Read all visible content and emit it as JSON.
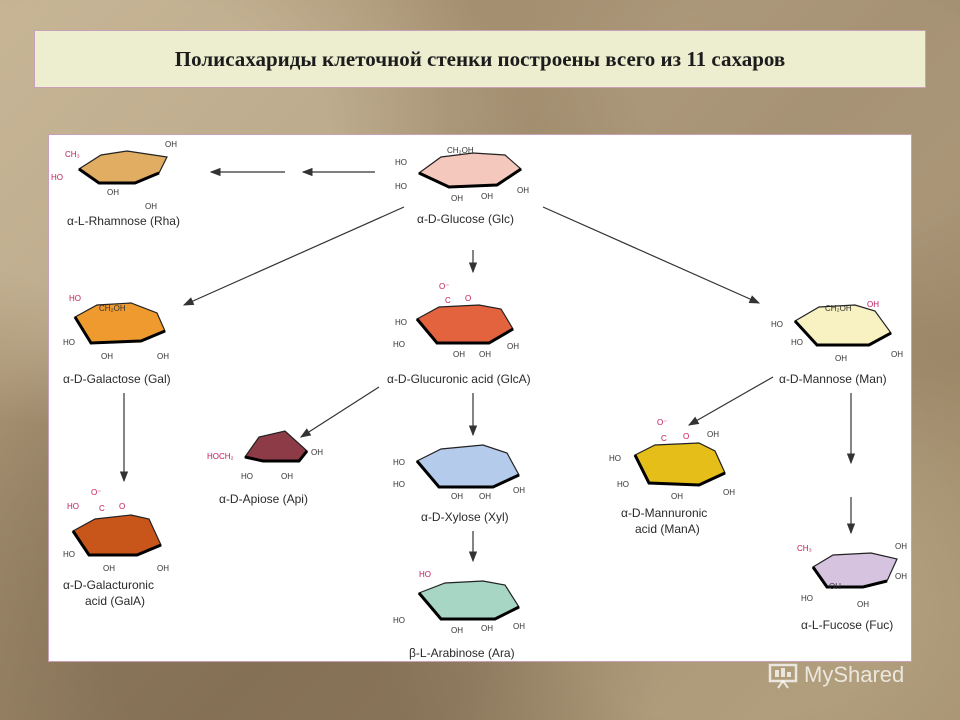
{
  "title": "Полисахариды клеточной стенки построены всего из 11 сахаров",
  "watermark": "MyShared",
  "sugars": [
    {
      "id": "rha",
      "label": "α-L-Rhamnose (Rha)",
      "color": "#e0ad63"
    },
    {
      "id": "glc",
      "label": "α-D-Glucose (Glc)",
      "color": "#f4c8bd"
    },
    {
      "id": "gal",
      "label": "α-D-Galactose (Gal)",
      "color": "#ef9a2e"
    },
    {
      "id": "glca",
      "label": "α-D-Glucuronic acid (GlcA)",
      "color": "#e3633f"
    },
    {
      "id": "man",
      "label": "α-D-Mannose (Man)",
      "color": "#f8f1c2"
    },
    {
      "id": "api",
      "label": "α-D-Apiose (Api)",
      "color": "#8e3b48"
    },
    {
      "id": "xyl",
      "label": "α-D-Xylose (Xyl)",
      "color": "#b5cbec"
    },
    {
      "id": "mana",
      "label_line1": "α-D-Mannuronic",
      "label_line2": "acid (ManA)",
      "color": "#e6be1a"
    },
    {
      "id": "gala",
      "label_line1": "α-D-Galacturonic",
      "label_line2": "acid (GalA)",
      "color": "#c8561a"
    },
    {
      "id": "ara",
      "label": "β-L-Arabinose (Ara)",
      "color": "#a7d6c4"
    },
    {
      "id": "fuc",
      "label": "α-L-Fucose (Fuc)",
      "color": "#d5c3e0"
    }
  ],
  "atoms": {
    "oh": "OH",
    "ho": "HO",
    "ch2oh": "CH₂OH",
    "ch3": "CH₃",
    "hoch2": "HOCH₂",
    "o_minus": "O⁻",
    "c": "C",
    "o": "O"
  }
}
